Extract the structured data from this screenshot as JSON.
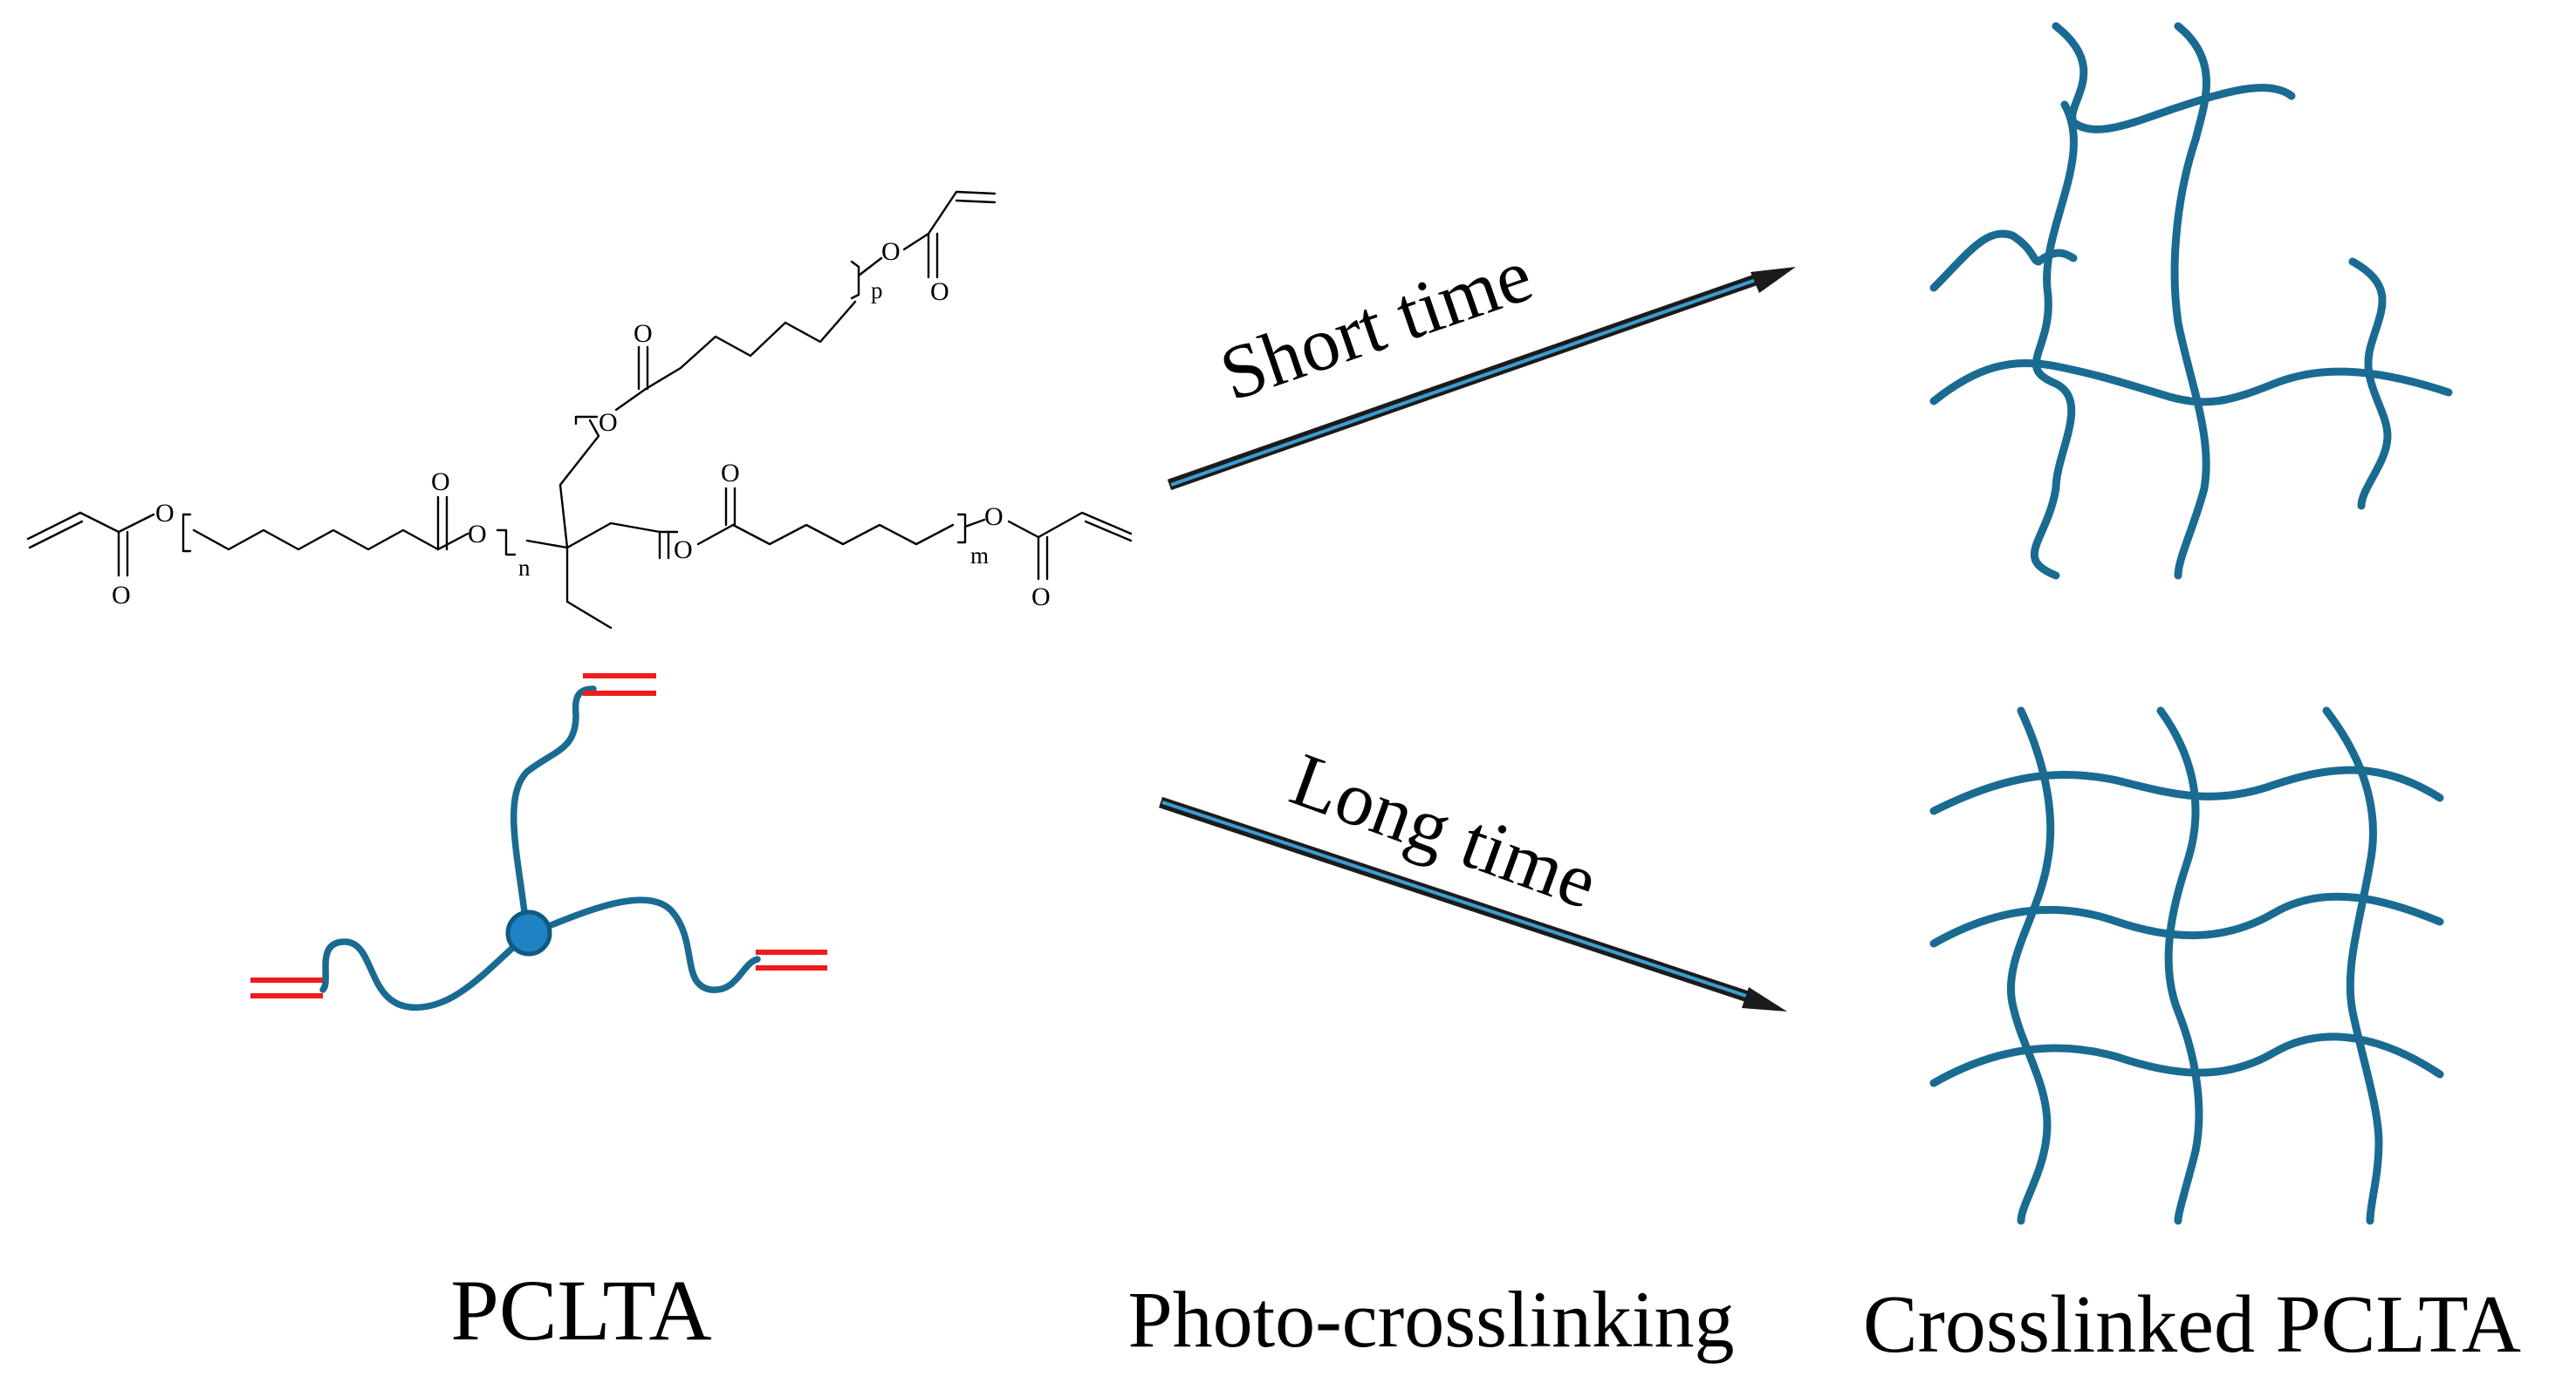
{
  "labels": {
    "short_time": "Short time",
    "long_time": "Long time",
    "pclta": "PCLTA",
    "photo_crosslinking": "Photo-crosslinking",
    "crosslinked_pclta": "Crosslinked PCLTA"
  },
  "structure": {
    "atom_o": "O",
    "index_n": "n",
    "index_m": "m",
    "index_p": "p"
  },
  "colors": {
    "polymer_chain": "#1a6b92",
    "core_node": "#1f82c4",
    "acrylate_end_group": "#ee1c1c",
    "arrow_body": "#1b1b1b",
    "arrow_highlight": "#3c9cd2"
  }
}
